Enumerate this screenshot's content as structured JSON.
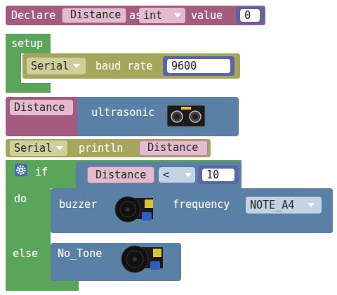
{
  "diagram": {
    "nodes": [
      {
        "text": [
          "Declare",
          "as",
          "int",
          "value"
        ]
      },
      {
        "text": [
          "Distance"
        ],
        "in": 0
      },
      {
        "text": [
          "0"
        ],
        "in": 0
      },
      {
        "text": [
          "setup"
        ]
      },
      {
        "text": [
          "Serial",
          "baud rate"
        ],
        "in": 3
      },
      {
        "text": [
          "9600"
        ],
        "in": 4
      },
      {
        "text": [
          "Distance"
        ]
      },
      {
        "text": [
          "ultrasonic"
        ],
        "in": 6
      },
      {
        "text": [
          "Serial",
          "println"
        ]
      },
      {
        "text": [
          "Distance"
        ],
        "in": 8
      },
      {
        "text": [
          "if",
          "do",
          "else"
        ]
      },
      {
        "text": [
          "<"
        ],
        "in": 10
      },
      {
        "text": [
          "Distance"
        ],
        "in": 11
      },
      {
        "text": [
          "10"
        ],
        "in": 11
      },
      {
        "text": [
          "buzzer",
          "frequency",
          "NOTE_A4"
        ],
        "in": 10
      },
      {
        "text": [
          "No_Tone"
        ],
        "in": 10
      }
    ]
  }
}
